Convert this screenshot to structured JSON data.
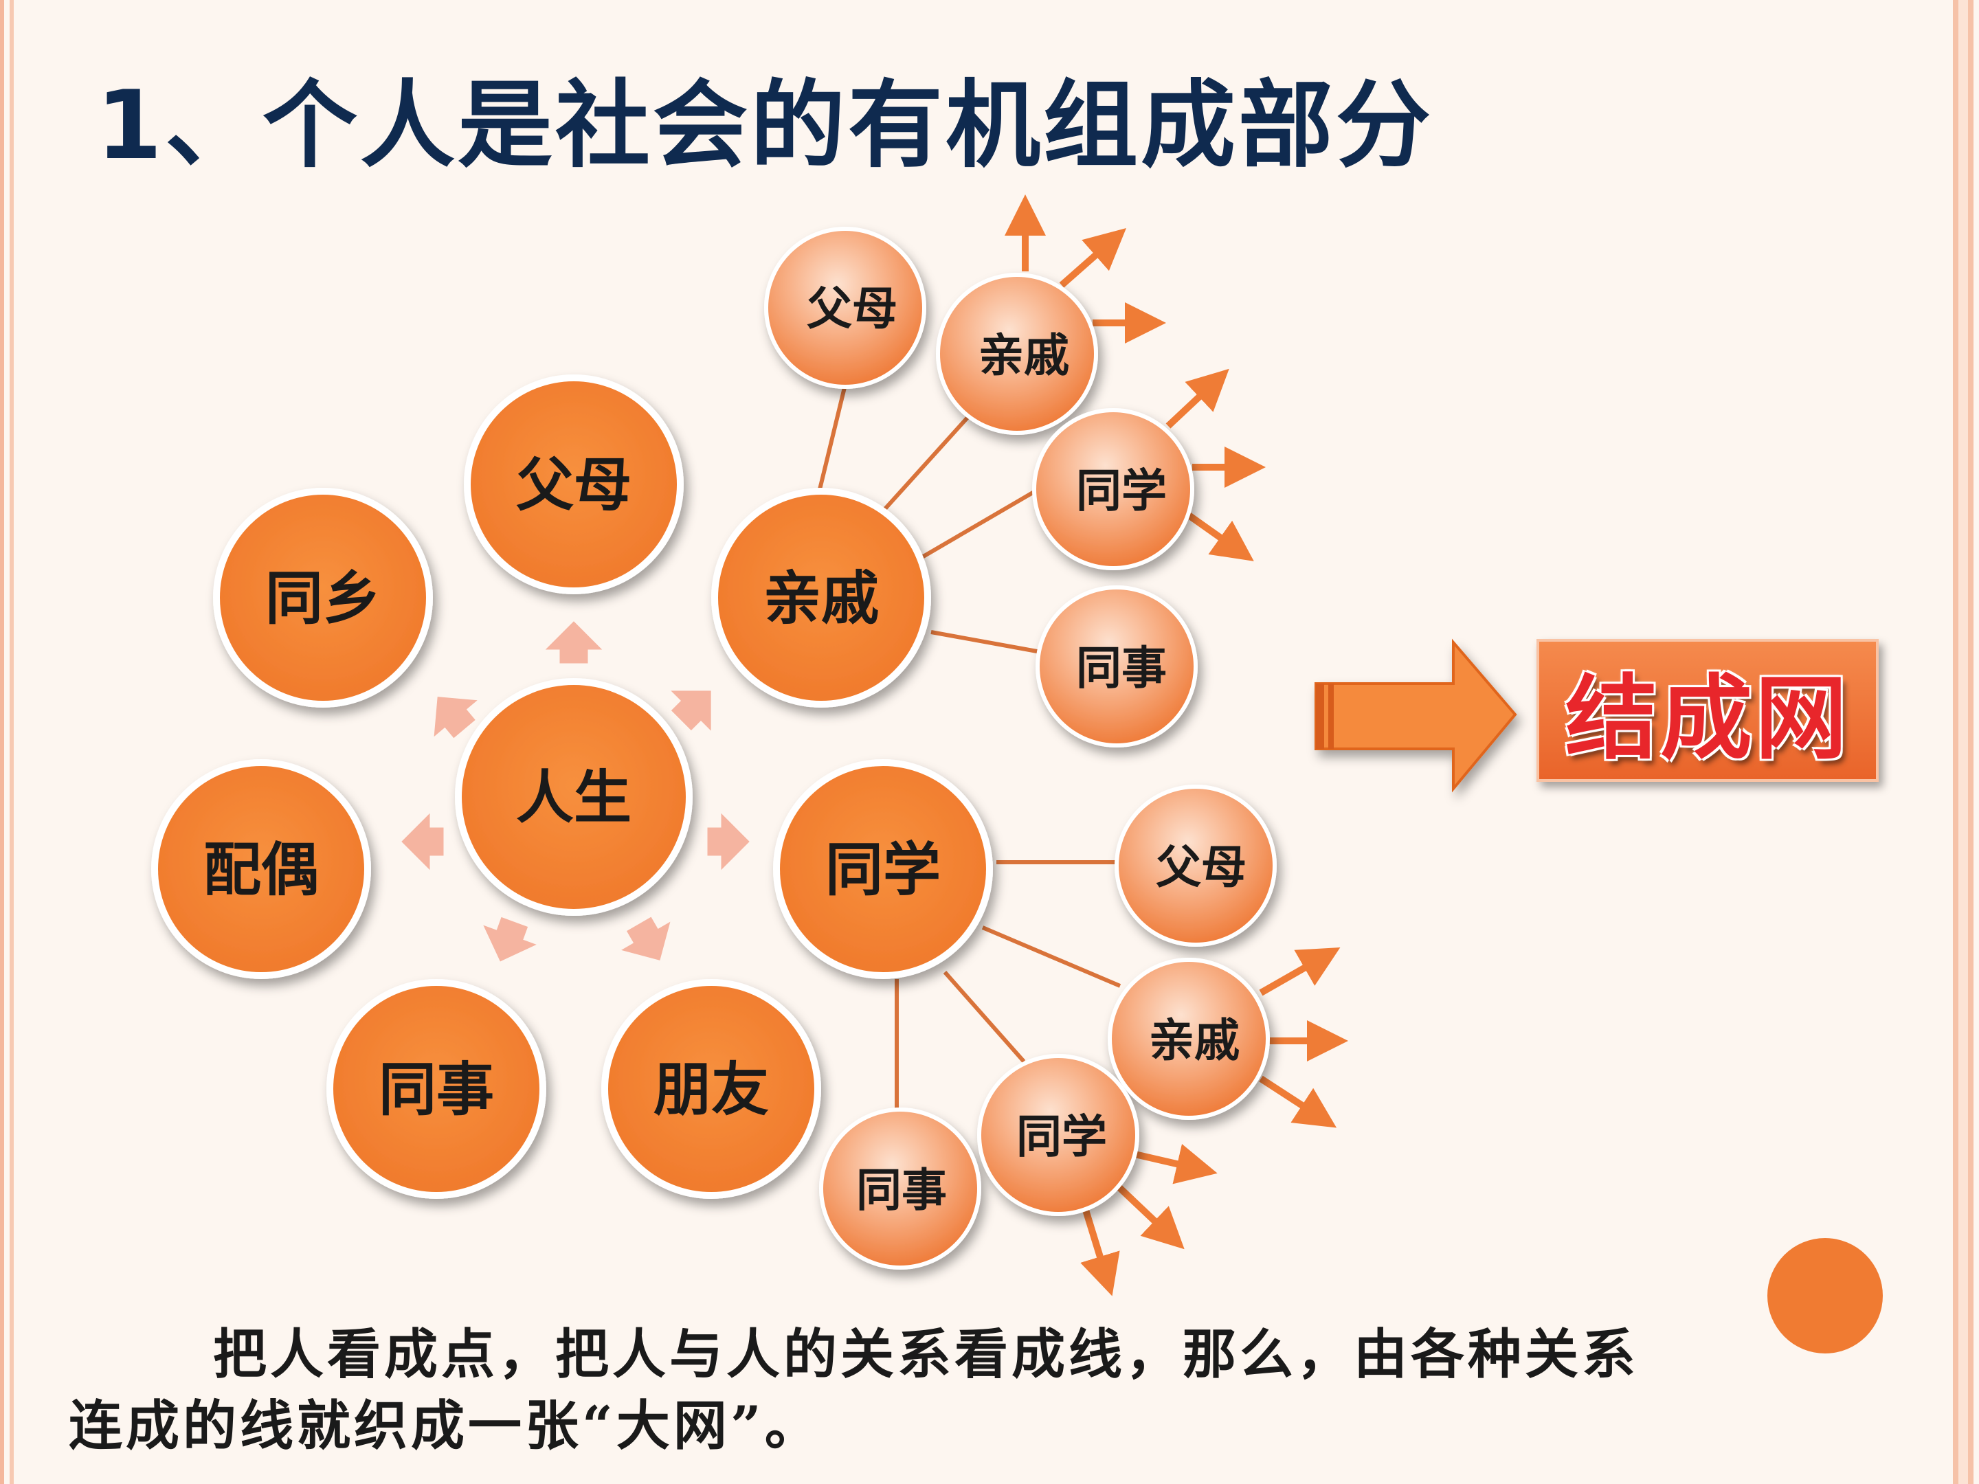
{
  "title": "1、个人是社会的有机组成部分",
  "center": "人生",
  "ring": [
    "父母",
    "同乡",
    "配偶",
    "同事",
    "朋友"
  ],
  "qinqi_group": {
    "hub": "亲戚",
    "children": [
      "父母",
      "亲戚",
      "同学",
      "同事"
    ]
  },
  "tongxue_group": {
    "hub": "同学",
    "children": [
      "父母",
      "亲戚",
      "同学",
      "同事"
    ]
  },
  "result_label": "结成网",
  "caption": {
    "line1": "把人看成点，把人与人的关系看成线，那么，由各种关系",
    "line2": "连成的线就织成一张“大网”。"
  },
  "colors": {
    "node_fill": "#f58b3c",
    "node_border": "#ffffff",
    "line": "#d9733a",
    "arrow_pink": "#f5b4a0",
    "title": "#0f2a4f",
    "result_text": "#e8262b"
  }
}
